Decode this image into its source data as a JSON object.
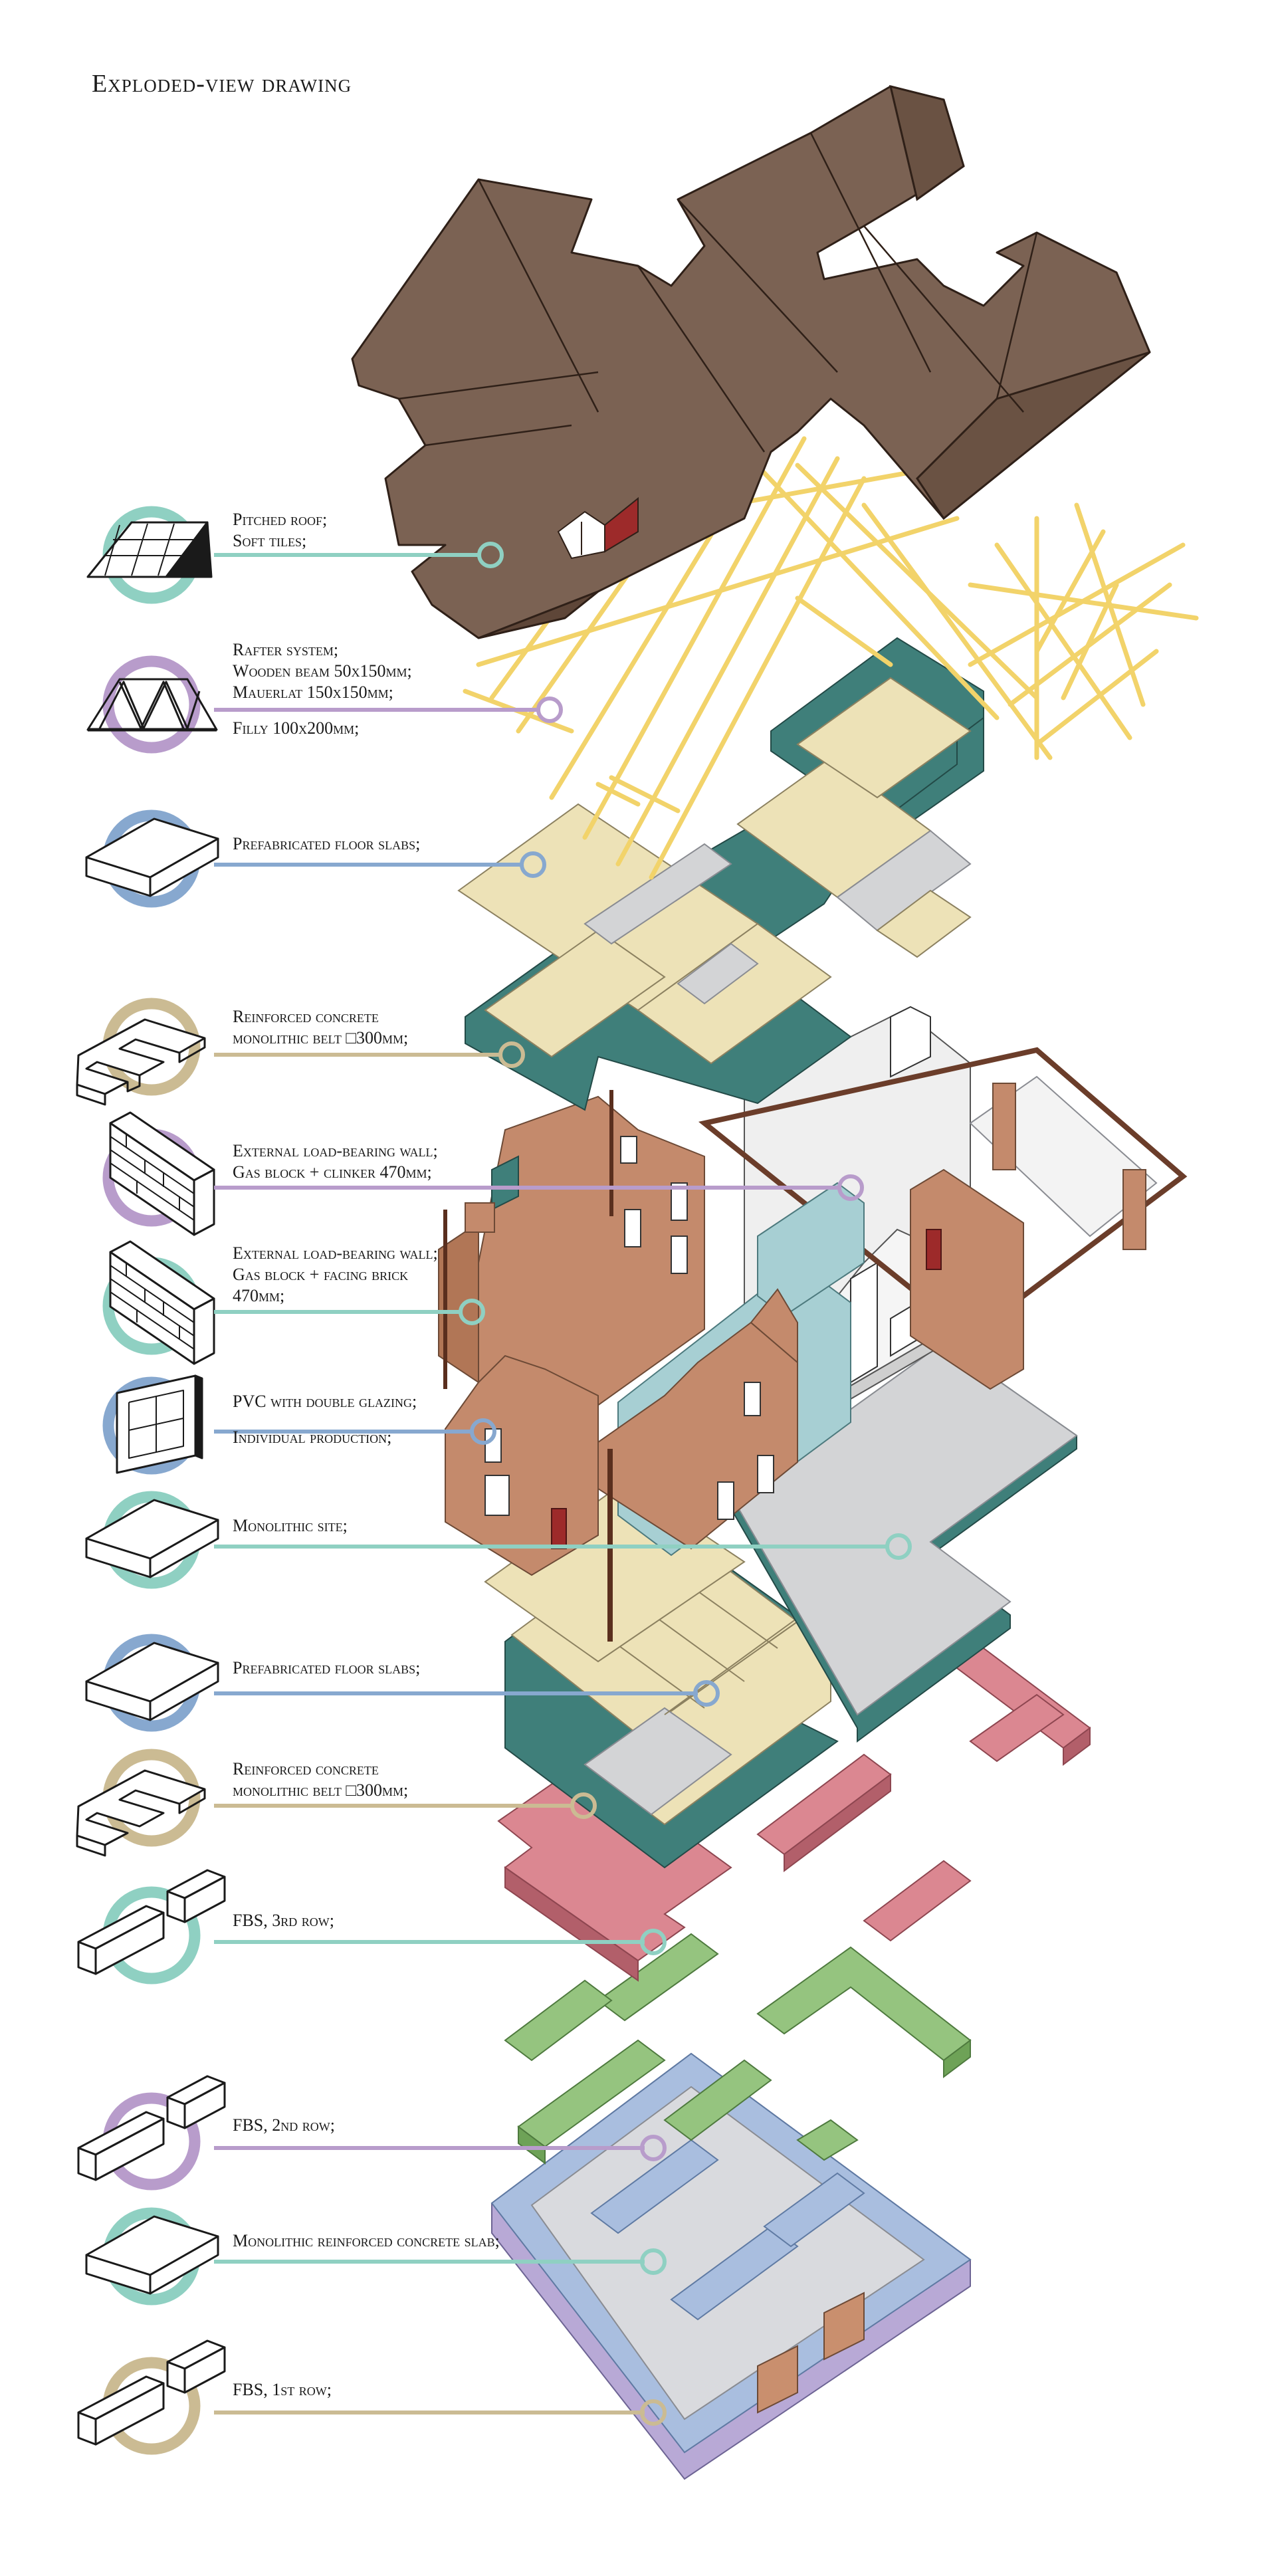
{
  "title": "Exploded-view drawing",
  "colors": {
    "teal": "#8fd0c2",
    "lilac": "#b89ccb",
    "blue": "#87a8cf",
    "sand": "#cbbb93",
    "roof": "#7b6253",
    "rafter": "#f2d36a",
    "slab": "#ede2b7",
    "wallgreen": "#3f7f7a",
    "brick": "#c48a6c",
    "red": "#db8791",
    "green": "#95c47f",
    "lavender": "#a9bedf",
    "gray": "#d3d4d6"
  },
  "layers": [
    {
      "id": "roof",
      "color": "teal",
      "icon": "pitched-roof-icon",
      "lines": [
        "Pitched roof;",
        "Soft tiles;"
      ]
    },
    {
      "id": "rafters",
      "color": "lilac",
      "icon": "rafter-truss-icon",
      "lines": [
        "Rafter system;",
        "Wooden beam 50x150mm;",
        "Mauerlat 150x150mm;"
      ],
      "extra": "Filly 100x200mm;"
    },
    {
      "id": "slabs-upper",
      "color": "blue",
      "icon": "floor-slab-icon",
      "lines": [
        "Prefabricated floor slabs;"
      ]
    },
    {
      "id": "belt-upper",
      "color": "sand",
      "icon": "monolithic-belt-icon",
      "lines": [
        "Reinforced concrete",
        "monolithic belt □300mm;"
      ]
    },
    {
      "id": "wall-clinker",
      "color": "lilac",
      "icon": "brick-wall-icon",
      "lines": [
        "External load-bearing wall;",
        "Gas block + clinker 470mm;"
      ]
    },
    {
      "id": "wall-facing",
      "color": "teal",
      "icon": "brick-wall-icon",
      "lines": [
        "External load-bearing wall;",
        "Gas block + facing brick",
        "470mm;"
      ]
    },
    {
      "id": "windows",
      "color": "blue",
      "icon": "window-frame-icon",
      "lines": [
        "PVC with double glazing;"
      ],
      "extra": "Individual production;"
    },
    {
      "id": "site",
      "color": "teal",
      "icon": "floor-slab-icon",
      "lines": [
        "Monolithic site;"
      ]
    },
    {
      "id": "slabs-lower",
      "color": "blue",
      "icon": "floor-slab-icon",
      "lines": [
        "Prefabricated floor slabs;"
      ]
    },
    {
      "id": "belt-lower",
      "color": "sand",
      "icon": "monolithic-belt-icon",
      "lines": [
        "Reinforced concrete",
        "monolithic belt □300mm;"
      ]
    },
    {
      "id": "fbs3",
      "color": "teal",
      "icon": "fbs-blocks-icon",
      "lines": [
        "FBS, 3rd row;"
      ]
    },
    {
      "id": "fbs2",
      "color": "lilac",
      "icon": "fbs-blocks-icon",
      "lines": [
        "FBS, 2nd row;"
      ]
    },
    {
      "id": "slab-base",
      "color": "teal",
      "icon": "floor-slab-icon",
      "lines": [
        "Monolithic reinforced concrete slab;"
      ]
    },
    {
      "id": "fbs1",
      "color": "sand",
      "icon": "fbs-blocks-icon",
      "lines": [
        "FBS, 1st row;"
      ]
    }
  ]
}
